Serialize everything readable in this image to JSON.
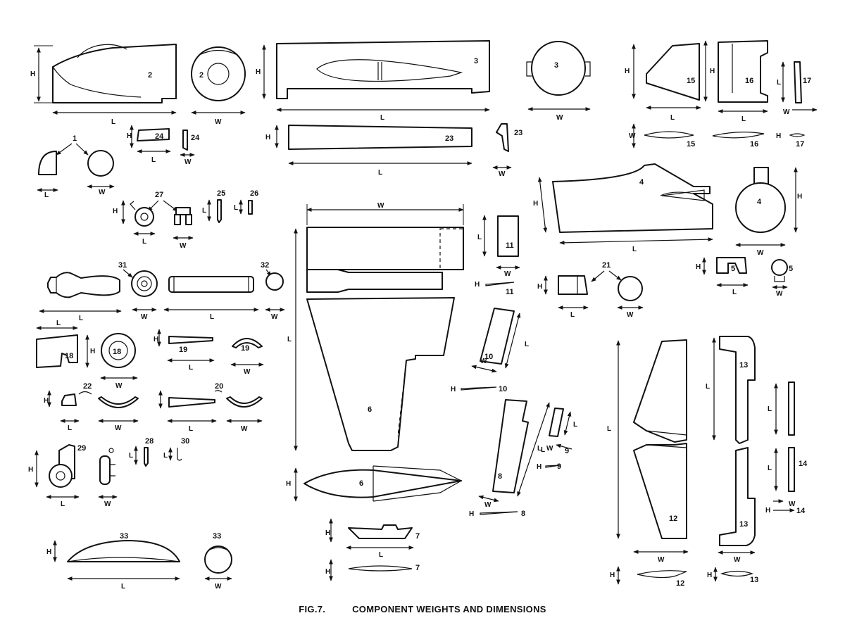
{
  "caption": {
    "figure_number": "FIG.7.",
    "title": "COMPONENT WEIGHTS AND DIMENSIONS"
  },
  "dimension_letters": {
    "length": "L",
    "height": "H",
    "width": "W"
  },
  "part_numbers": [
    "1",
    "2",
    "3",
    "4",
    "5",
    "6",
    "7",
    "8",
    "9",
    "10",
    "11",
    "12",
    "13",
    "14",
    "15",
    "16",
    "17",
    "18",
    "19",
    "20",
    "21",
    "22",
    "23",
    "24",
    "25",
    "26",
    "27",
    "28",
    "29",
    "30",
    "31",
    "32",
    "33"
  ]
}
